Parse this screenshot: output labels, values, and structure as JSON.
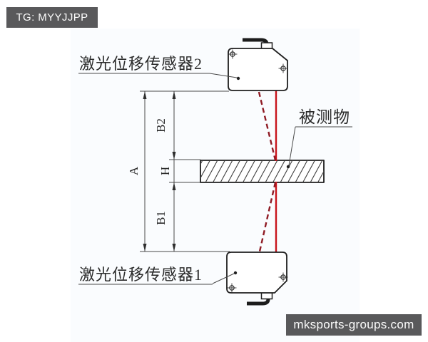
{
  "watermarks": {
    "top_left": "TG: MYYJJPP",
    "bottom_right": "mksports-groups.com"
  },
  "diagram": {
    "labels": {
      "sensor_top": "激光位移传感器2",
      "sensor_bottom": "激光位移传感器1",
      "measured_object": "被测物"
    },
    "dims": {
      "total": "A",
      "upper": "B2",
      "thickness": "H",
      "lower": "B1"
    },
    "colors": {
      "laser_solid": "#c8141c",
      "laser_dashed": "#8f1b24",
      "badge_bg": "#59595b",
      "drawing_line": "#1f1f1f",
      "dim_line": "#4a4a4a"
    }
  }
}
